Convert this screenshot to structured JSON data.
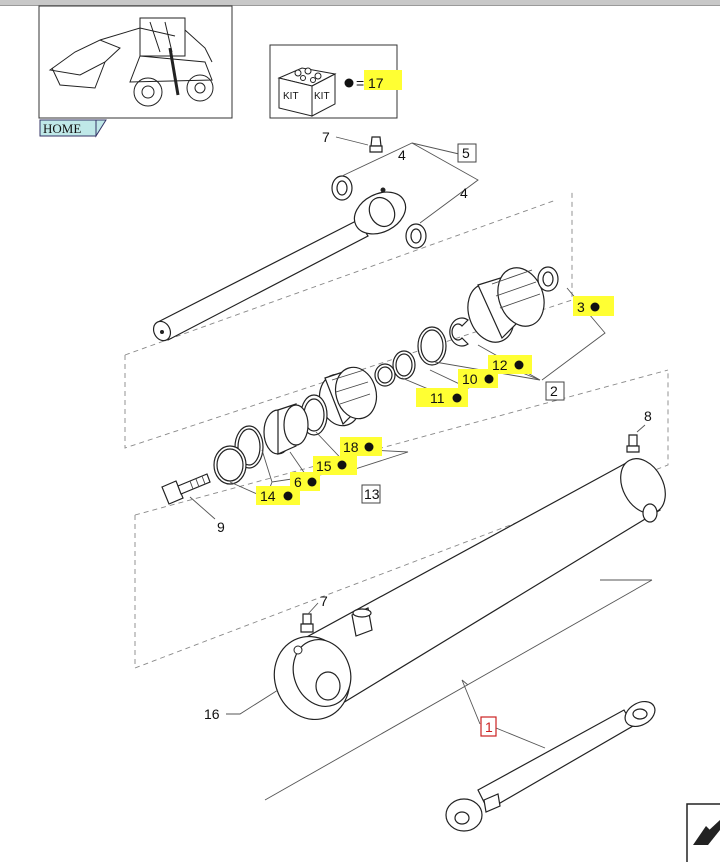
{
  "home_label": "HOME",
  "kit": {
    "box_labels": [
      "KIT",
      "KIT"
    ],
    "equals_text": "=",
    "part_number": "17"
  },
  "callouts": {
    "p1": "1",
    "p2": "2",
    "p3": "3",
    "p4a": "4",
    "p4b": "4",
    "p5": "5",
    "p6": "6",
    "p7a": "7",
    "p7b": "7",
    "p8": "8",
    "p9": "9",
    "p10": "10",
    "p11": "11",
    "p12": "12",
    "p13": "13",
    "p14": "14",
    "p15": "15",
    "p16": "16",
    "p18": "18"
  },
  "colors": {
    "highlight": "#ffff33",
    "home_bg": "#bfe8e8",
    "link_red": "#cc2222"
  }
}
